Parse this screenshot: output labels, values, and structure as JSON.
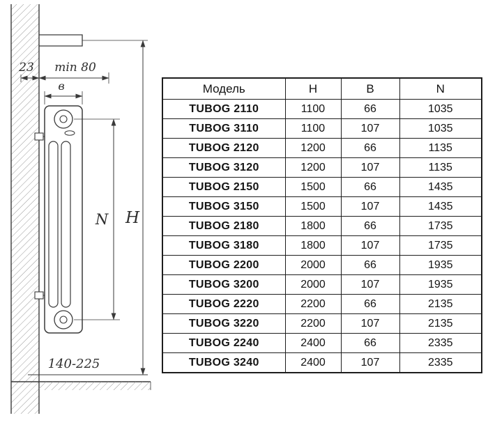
{
  "diagram": {
    "labels": {
      "offset_23": "23",
      "min_80": "min 80",
      "width_b": "в",
      "axis_n": "N",
      "height_h": "H",
      "floor_clearance": "140-225"
    },
    "colors": {
      "line": "#3a3a3a",
      "hatch": "#9a9a9a",
      "table_border": "#1d1d1d",
      "text": "#141414"
    }
  },
  "table": {
    "headers": [
      "Модель",
      "Н",
      "В",
      "N"
    ],
    "rows": [
      [
        "TUBOG 2110",
        "1100",
        "66",
        "1035"
      ],
      [
        "TUBOG 3110",
        "1100",
        "107",
        "1035"
      ],
      [
        "TUBOG 2120",
        "1200",
        "66",
        "1135"
      ],
      [
        "TUBOG 3120",
        "1200",
        "107",
        "1135"
      ],
      [
        "TUBOG 2150",
        "1500",
        "66",
        "1435"
      ],
      [
        "TUBOG 3150",
        "1500",
        "107",
        "1435"
      ],
      [
        "TUBOG 2180",
        "1800",
        "66",
        "1735"
      ],
      [
        "TUBOG 3180",
        "1800",
        "107",
        "1735"
      ],
      [
        "TUBOG 2200",
        "2000",
        "66",
        "1935"
      ],
      [
        "TUBOG 3200",
        "2000",
        "107",
        "1935"
      ],
      [
        "TUBOG 2220",
        "2200",
        "66",
        "2135"
      ],
      [
        "TUBOG 3220",
        "2200",
        "107",
        "2135"
      ],
      [
        "TUBOG 2240",
        "2400",
        "66",
        "2335"
      ],
      [
        "TUBOG 3240",
        "2400",
        "107",
        "2335"
      ]
    ]
  }
}
